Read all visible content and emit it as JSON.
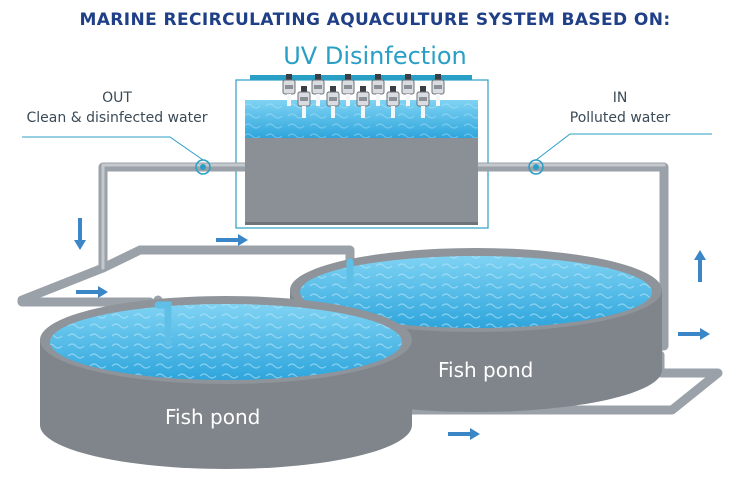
{
  "title": "MARINE RECIRCULATING AQUACULTURE SYSTEM BASED ON:",
  "subtitle": "UV Disinfection",
  "labels": {
    "out_heading": "OUT",
    "out_desc": "Clean & disinfected water",
    "in_heading": "IN",
    "in_desc": "Polluted water"
  },
  "ponds": {
    "left": "Fish pond",
    "right": "Fish pond"
  },
  "colors": {
    "title": "#1f3f86",
    "accent": "#2a9fc6",
    "pipe": "#9aa1a8",
    "tank_body": "#8d9298",
    "water": "#3fb0e0",
    "arrow": "#3a86c6"
  },
  "icons": [
    "uv-lamp-icon",
    "flow-arrow-icon"
  ]
}
